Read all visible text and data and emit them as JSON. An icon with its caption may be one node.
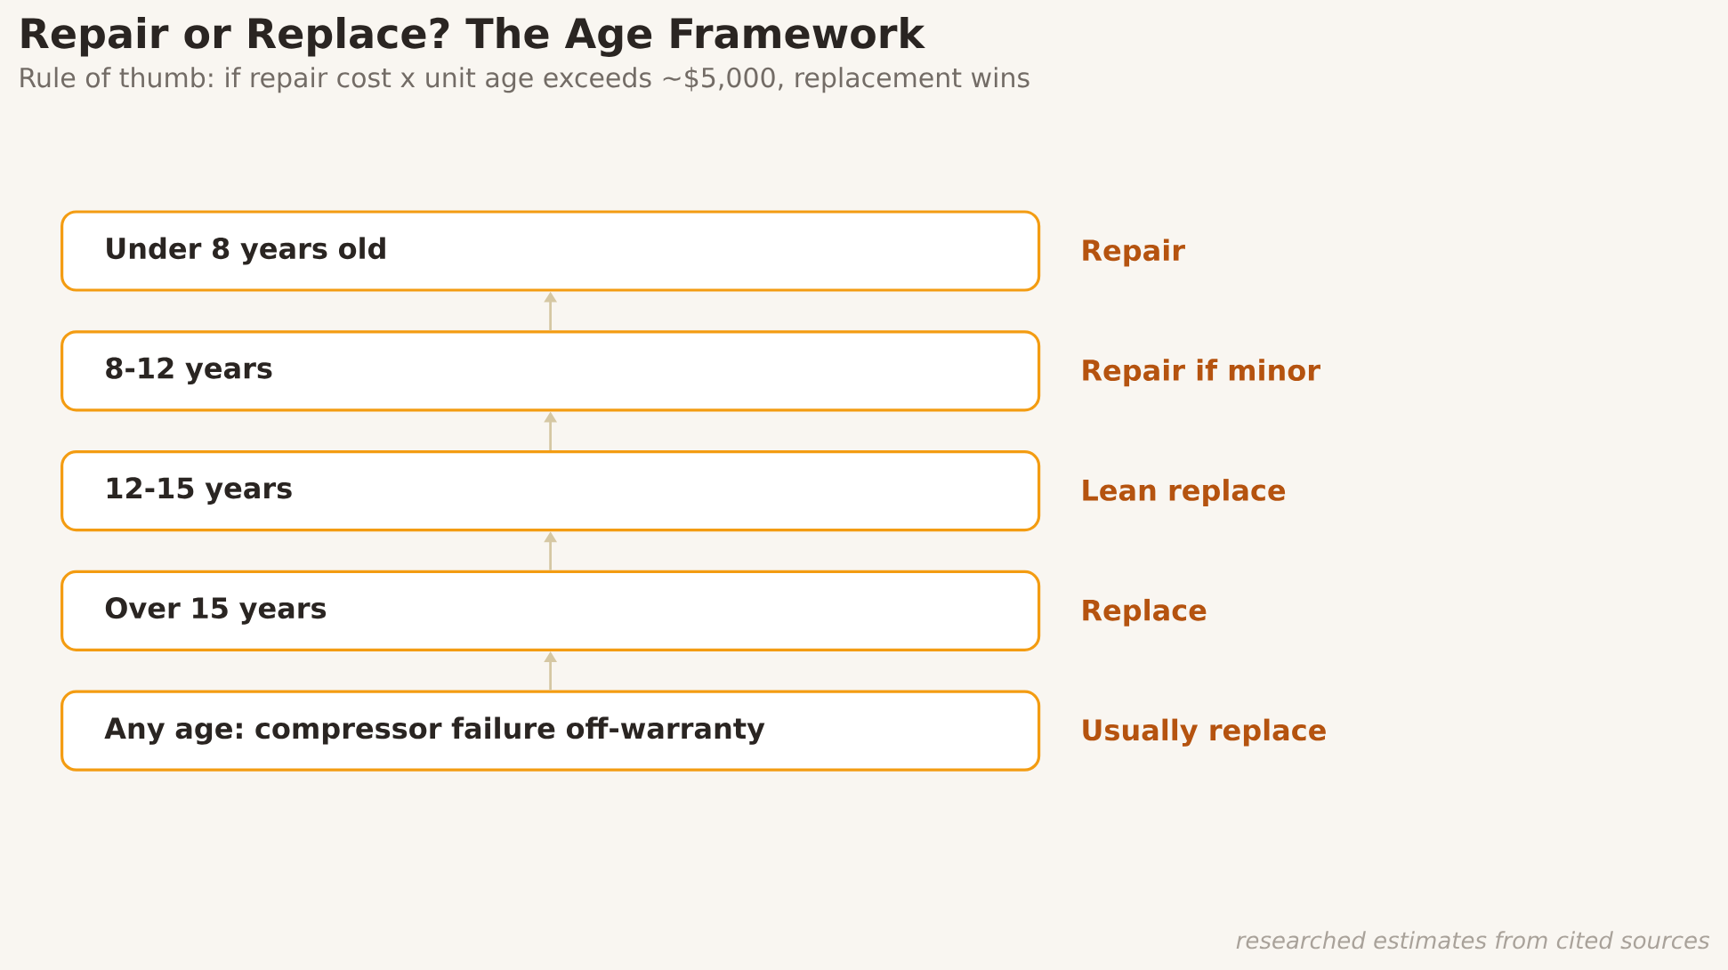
{
  "diagram": {
    "title": "Repair or Replace? The Age Framework",
    "nodes": [
      {
        "text": [
          "Under 8 years old"
        ],
        "beside": [
          "Repair"
        ]
      },
      {
        "text": [
          "8-12 years"
        ],
        "beside": [
          "Repair if minor"
        ]
      },
      {
        "text": [
          "12-15 years"
        ],
        "beside": [
          "Lean replace"
        ]
      },
      {
        "text": [
          "Over 15 years"
        ],
        "beside": [
          "Replace"
        ]
      },
      {
        "text": [
          "Any age: compressor failure off-warranty"
        ],
        "beside": [
          "Usually replace"
        ]
      }
    ],
    "edges": [
      {
        "from": 1,
        "to": 0,
        "arrow": "to"
      },
      {
        "from": 2,
        "to": 1,
        "arrow": "to"
      },
      {
        "from": 3,
        "to": 2,
        "arrow": "to"
      },
      {
        "from": 4,
        "to": 3,
        "arrow": "to"
      }
    ],
    "labels": [
      "Rule of thumb: if repair cost x unit age exceeds ~$5,000, replacement wins",
      "researched estimates from cited sources"
    ]
  }
}
